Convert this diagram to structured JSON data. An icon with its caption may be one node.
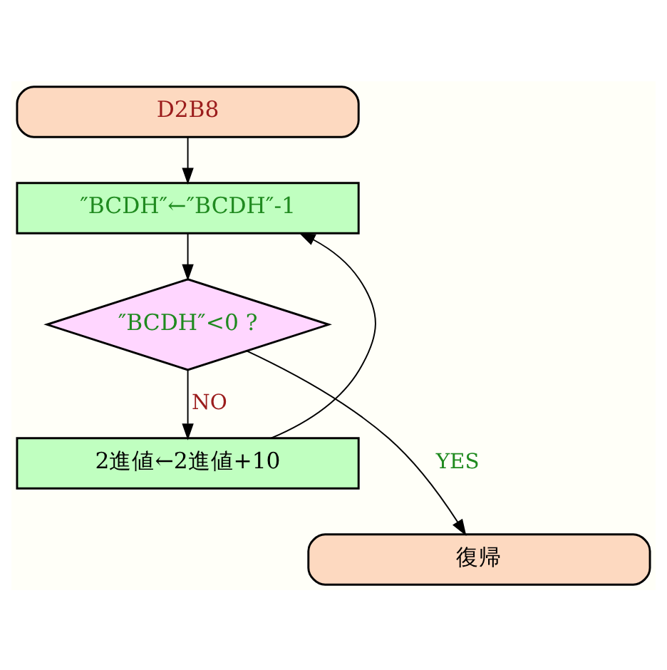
{
  "diagram": {
    "nodes": [
      {
        "text": [
          "D2B8"
        ]
      },
      {
        "text": [
          "″BCDH″←″BCDH″-1"
        ]
      },
      {
        "text": [
          "″BCDH″<0 ?"
        ]
      },
      {
        "text": [
          "2進値←2進値+10"
        ]
      },
      {
        "text": [
          "復帰"
        ]
      }
    ],
    "edges": [
      {
        "from": 0,
        "to": 1,
        "arrow": "to"
      },
      {
        "from": 1,
        "to": 2,
        "arrow": "to"
      },
      {
        "from": 2,
        "to": 3,
        "arrow": "to",
        "label": "NO"
      },
      {
        "from": 3,
        "to": 1,
        "arrow": "to"
      },
      {
        "from": 2,
        "to": 4,
        "arrow": "to",
        "label": "YES"
      }
    ]
  }
}
